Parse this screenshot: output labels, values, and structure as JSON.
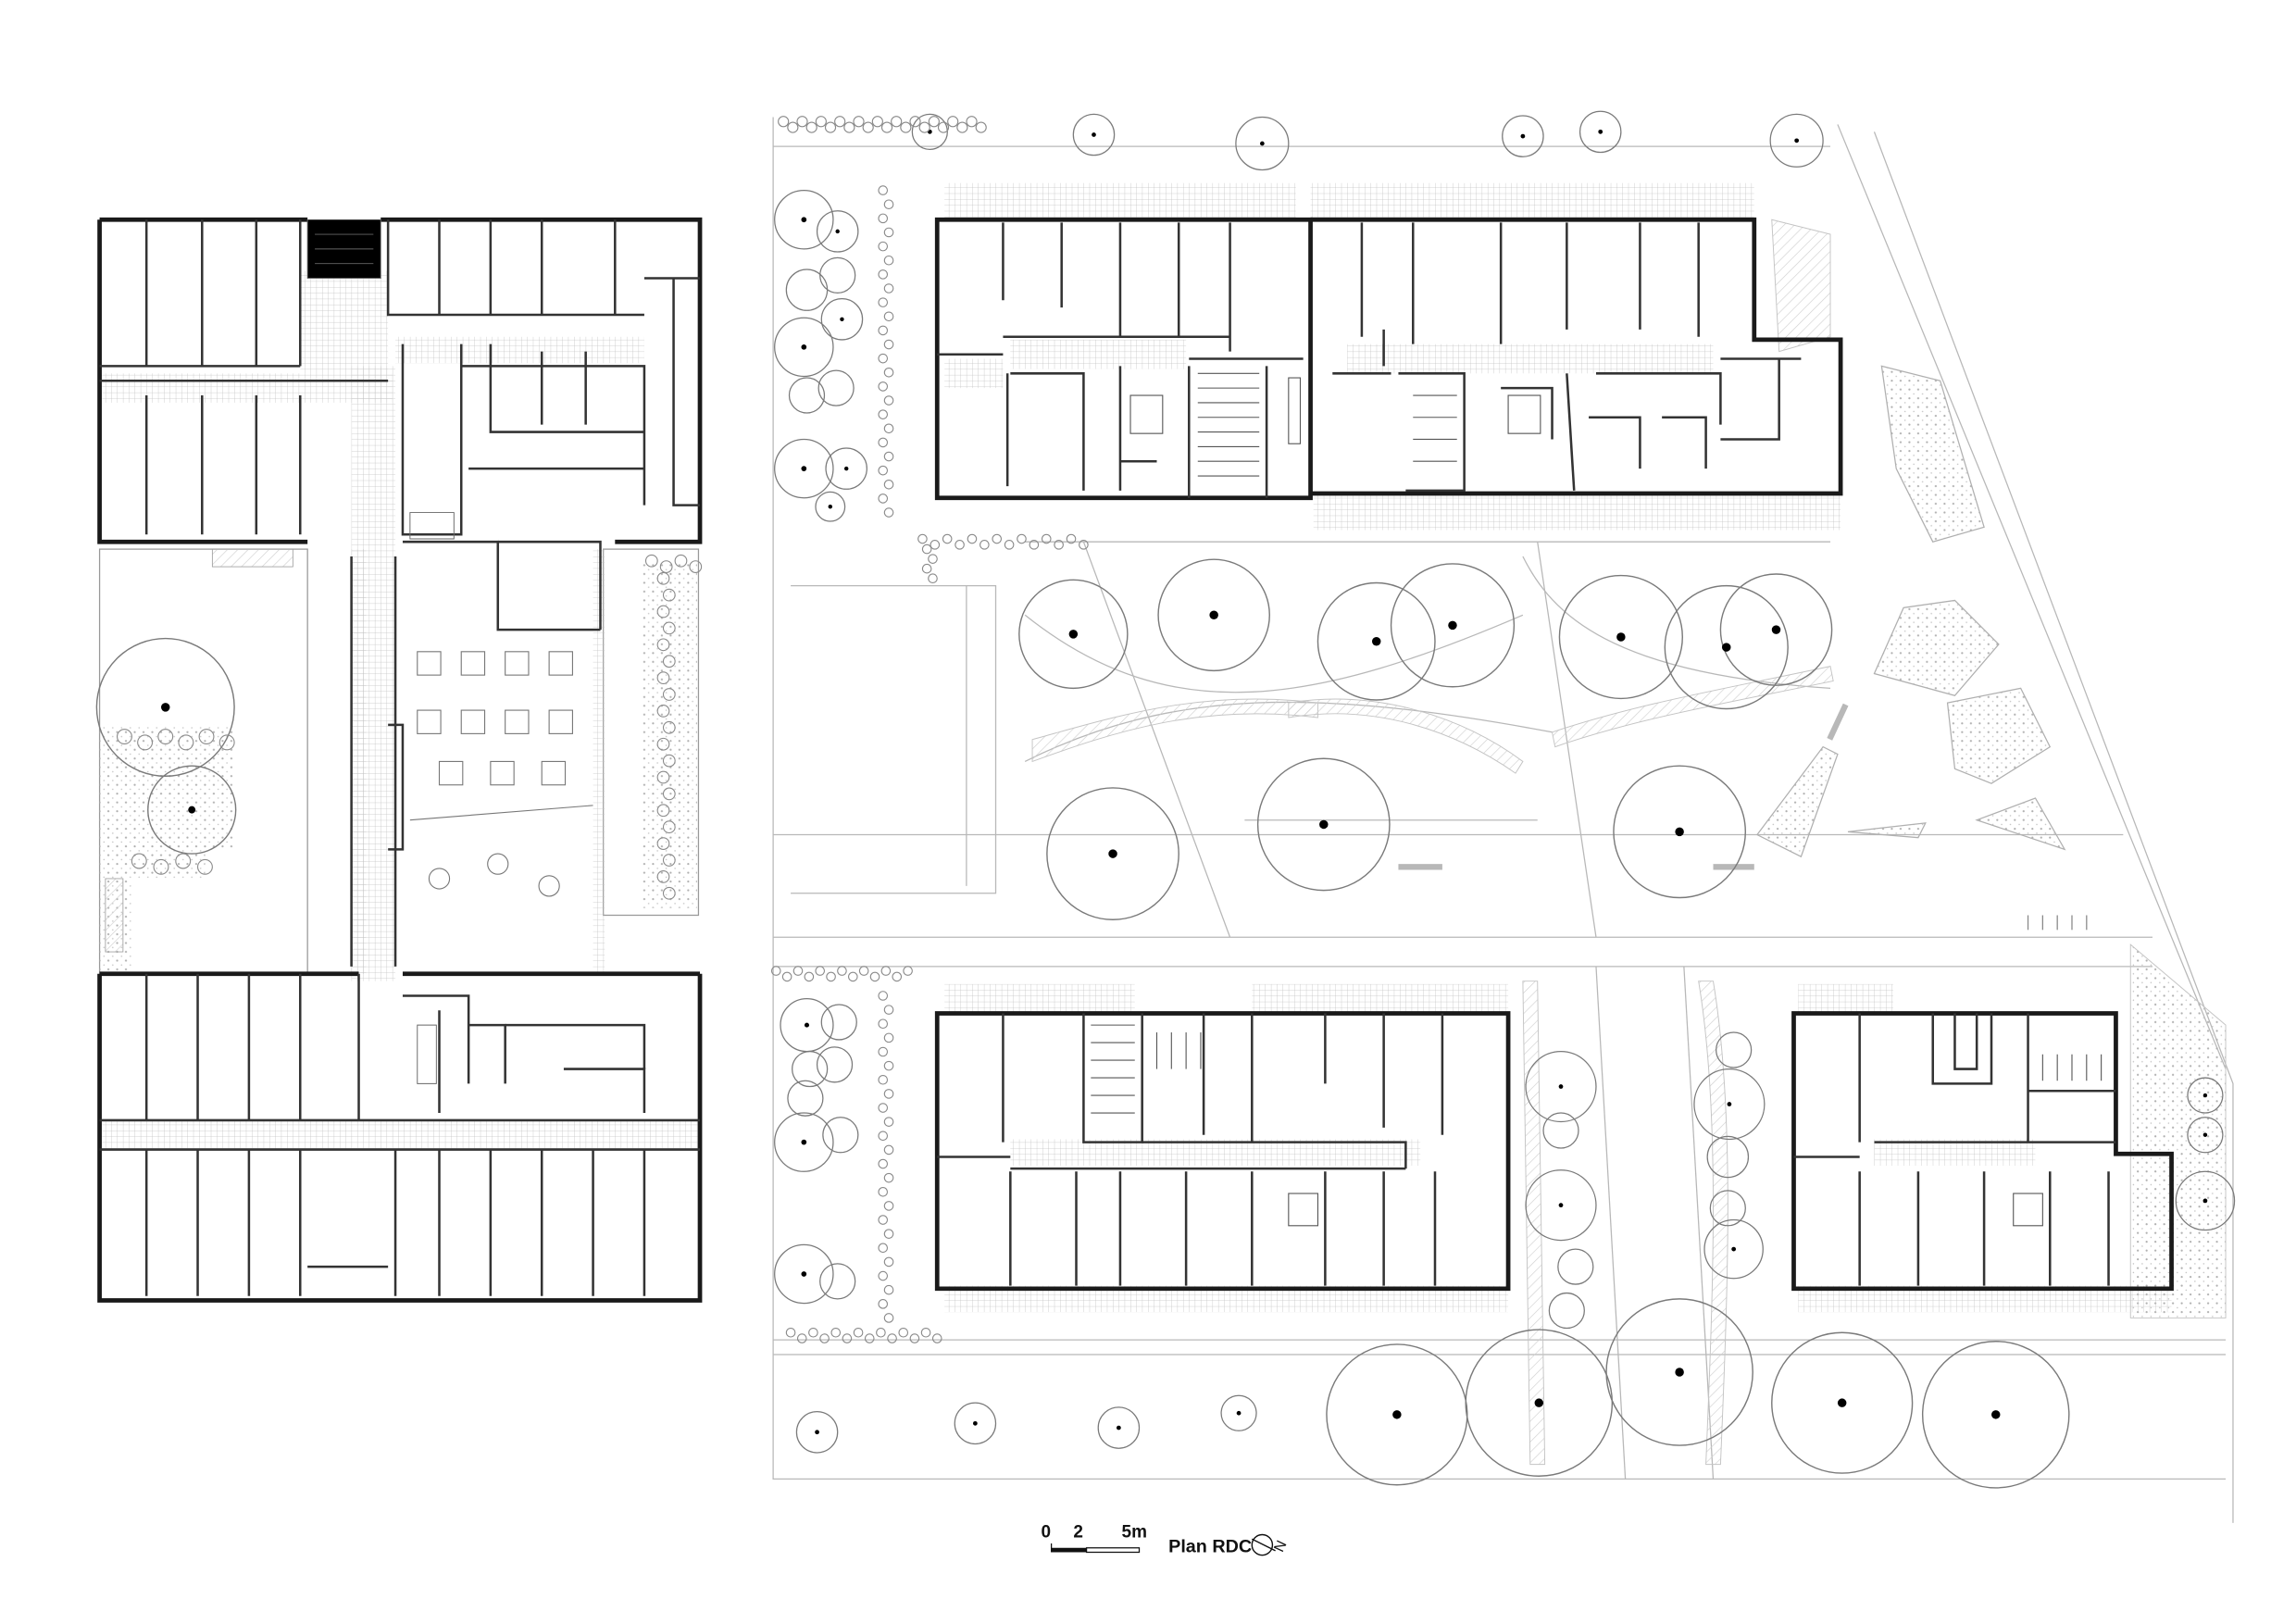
{
  "drawing": {
    "title": "Plan RDC",
    "scale_bar": {
      "labels": [
        "0",
        "2",
        "5m"
      ]
    },
    "north_arrow": {
      "label": "N",
      "icon": "north-arrow-icon"
    }
  },
  "colors": {
    "background": "#ffffff",
    "wall": "#1a1a1a",
    "partition": "#555555",
    "site_line": "#b4b4b4",
    "hatch": "#c8c8c8",
    "tree_trunk": "#000000"
  }
}
